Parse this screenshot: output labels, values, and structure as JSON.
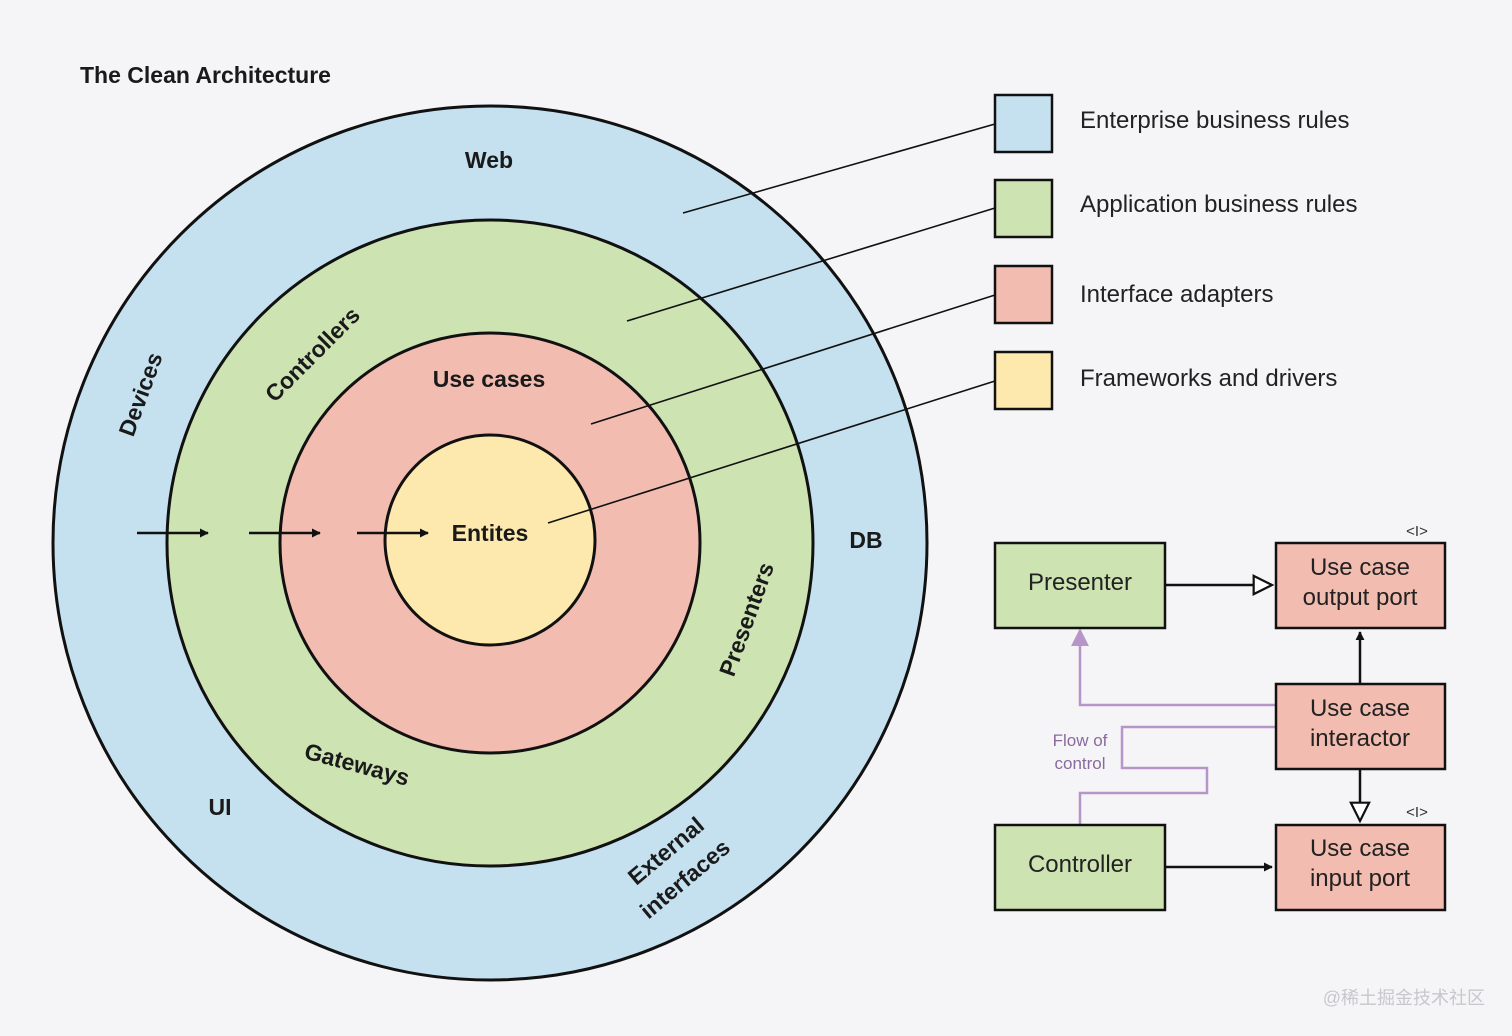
{
  "title": "The Clean Architecture",
  "colors": {
    "enterprise": "#c5e1ef",
    "application": "#cde3b2",
    "adapters": "#f3bcb0",
    "frameworks": "#fde9ae",
    "flow": "#b795c9",
    "stroke": "#111111"
  },
  "rings": {
    "outer": [
      "Web",
      "Devices",
      "DB",
      "UI",
      "External",
      "interfaces"
    ],
    "green": [
      "Controllers",
      "Presenters",
      "Gateways"
    ],
    "red": [
      "Use cases"
    ],
    "core": [
      "Entites"
    ]
  },
  "legend": [
    {
      "label": "Enterprise business rules",
      "color": "#c5e1ef"
    },
    {
      "label": "Application business rules",
      "color": "#cde3b2"
    },
    {
      "label": "Interface adapters",
      "color": "#f3bcb0"
    },
    {
      "label": "Frameworks and drivers",
      "color": "#fde9ae"
    }
  ],
  "flow_diagram": {
    "presenter": "Presenter",
    "controller": "Controller",
    "output_port": [
      "Use case",
      "output port"
    ],
    "interactor": [
      "Use case",
      "interactor"
    ],
    "input_port": [
      "Use case",
      "input port"
    ],
    "interface_marker": "<I>",
    "flow_label": [
      "Flow of",
      "control"
    ]
  },
  "watermark": "@稀土掘金技术社区"
}
